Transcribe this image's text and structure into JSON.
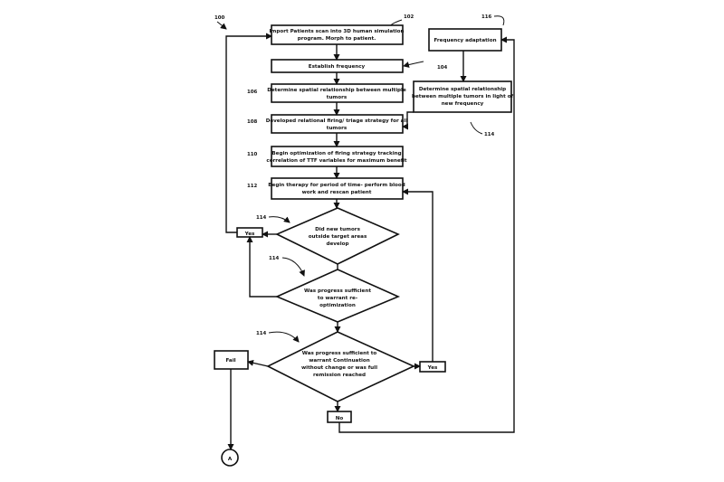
{
  "figure_number": "100",
  "steps": {
    "import": {
      "ref": "102",
      "line1": "Import Patients scan into 3D human simulation",
      "line2": "program. Morph to patient."
    },
    "establish": {
      "label": "Establish frequency"
    },
    "spatial": {
      "ref": "106",
      "line1": "Determine spatial relationship between multiple",
      "line2": "tumors"
    },
    "firing": {
      "ref": "108",
      "line1": "Developed relational firing/ triage strategy for all",
      "line2": "tumors"
    },
    "optimization": {
      "ref": "110",
      "line1": "Begin optimization of firing strategy tracking",
      "line2": "correlation of TTF variables for maximum benefit"
    },
    "therapy": {
      "ref": "112",
      "line1": "Begin therapy for period of time- perform blood",
      "line2": "work and rescan patient"
    },
    "freq_adapt": {
      "ref": "116",
      "label": "Frequency adaptation"
    },
    "determine_new": {
      "ref": "104",
      "line1": "Determine spatial relationship",
      "line2": "between multiple tumors in light of",
      "line3": "new frequency"
    },
    "ref_114_box": "114"
  },
  "decisions": {
    "d1": {
      "ref": "114",
      "line1": "Did new tumors",
      "line2": "outside target areas",
      "line3": "develop"
    },
    "d2": {
      "ref": "114",
      "line1": "Was progress sufficient",
      "line2": "to warrant re-",
      "line3": "optimization"
    },
    "d3": {
      "ref": "114",
      "line1": "Was progress sufficient to",
      "line2": "warrant Continuation",
      "line3": "without change or was full",
      "line4": "remission reached"
    }
  },
  "outcomes": {
    "yes1": "Yes",
    "yes3": "Yes",
    "no3": "No",
    "fail": "Fail",
    "connector": "A"
  }
}
